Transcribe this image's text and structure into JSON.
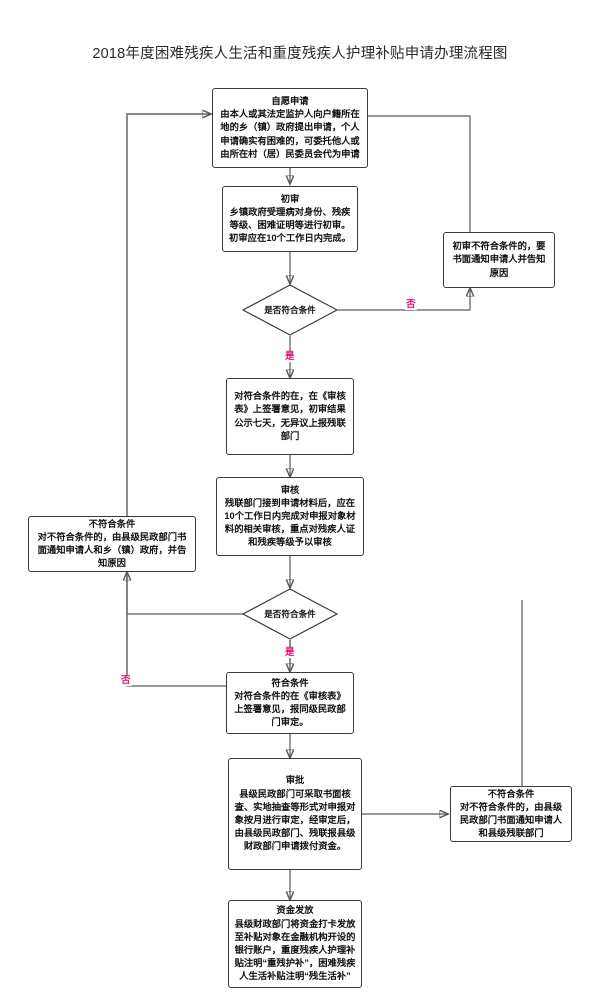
{
  "chart": {
    "title": "2018年度困难残疾人生活和重度残疾人护理补贴申请办理流程图",
    "type": "flowchart",
    "accent_color": "#e8157f",
    "line_color": "#5a5a5a",
    "box_border_color": "#3a3a3a"
  },
  "nodes": {
    "apply": {
      "title": "自愿申请",
      "body": "由本人或其法定监护人向户籍所在地的乡（镇）政府提出申请，个人申请确实有困难的，可委托他人或由所在村（居）民委员会代为申请"
    },
    "first_review": {
      "title": "初审",
      "body": "乡镇政府受理病对身份、残疾等级、困难证明等进行初审。初审应在10个工作日内完成。"
    },
    "decision1": {
      "label": "是否符合条件"
    },
    "first_reject": {
      "title": "",
      "body": "初审不符合条件的，要书面通知申请人并告知原因"
    },
    "first_pass": {
      "title": "",
      "body": "对符合条件的在，在《审核表》上签署意见，初审结果公示七天，无异议上报残联部门"
    },
    "audit": {
      "title": "审核",
      "body": "残联部门接到申请材料后，应在10个工作日内完成对申报对象材料的相关审核，重点对残疾人证和残疾等级予以审核"
    },
    "audit_reject": {
      "title": "不符合条件",
      "body": "对不符合条件的，由县级民政部门书面通知申请人和乡（镇）政府，并告知原因"
    },
    "decision2": {
      "label": "是否符合条件"
    },
    "audit_pass": {
      "title": "符合条件",
      "body": "对符合条件的在《审核表》上签署意见，报同级民政部门审定。"
    },
    "approval": {
      "title": "审批",
      "body": "县级民政部门可采取书面核查、实地抽查等形式对申报对象按月进行审定，经审定后，由县级民政部门、残联报县级财政部门申请拨付资金。"
    },
    "approval_reject": {
      "title": "不符合条件",
      "body": "对不符合条件的，由县级民政部门书面通知申请人和县级残联部门"
    },
    "payout": {
      "title": "资金发放",
      "body": "县级财政部门将资金打卡发放至补贴对象在金融机构开设的银行账户，重度残疾人护理补贴注明“重残护补”，困难残疾人生活补贴注明“残生活补”"
    }
  },
  "branch_labels": {
    "d1_no": "否",
    "d1_yes": "是",
    "d2_no": "否",
    "d2_yes": "是"
  }
}
